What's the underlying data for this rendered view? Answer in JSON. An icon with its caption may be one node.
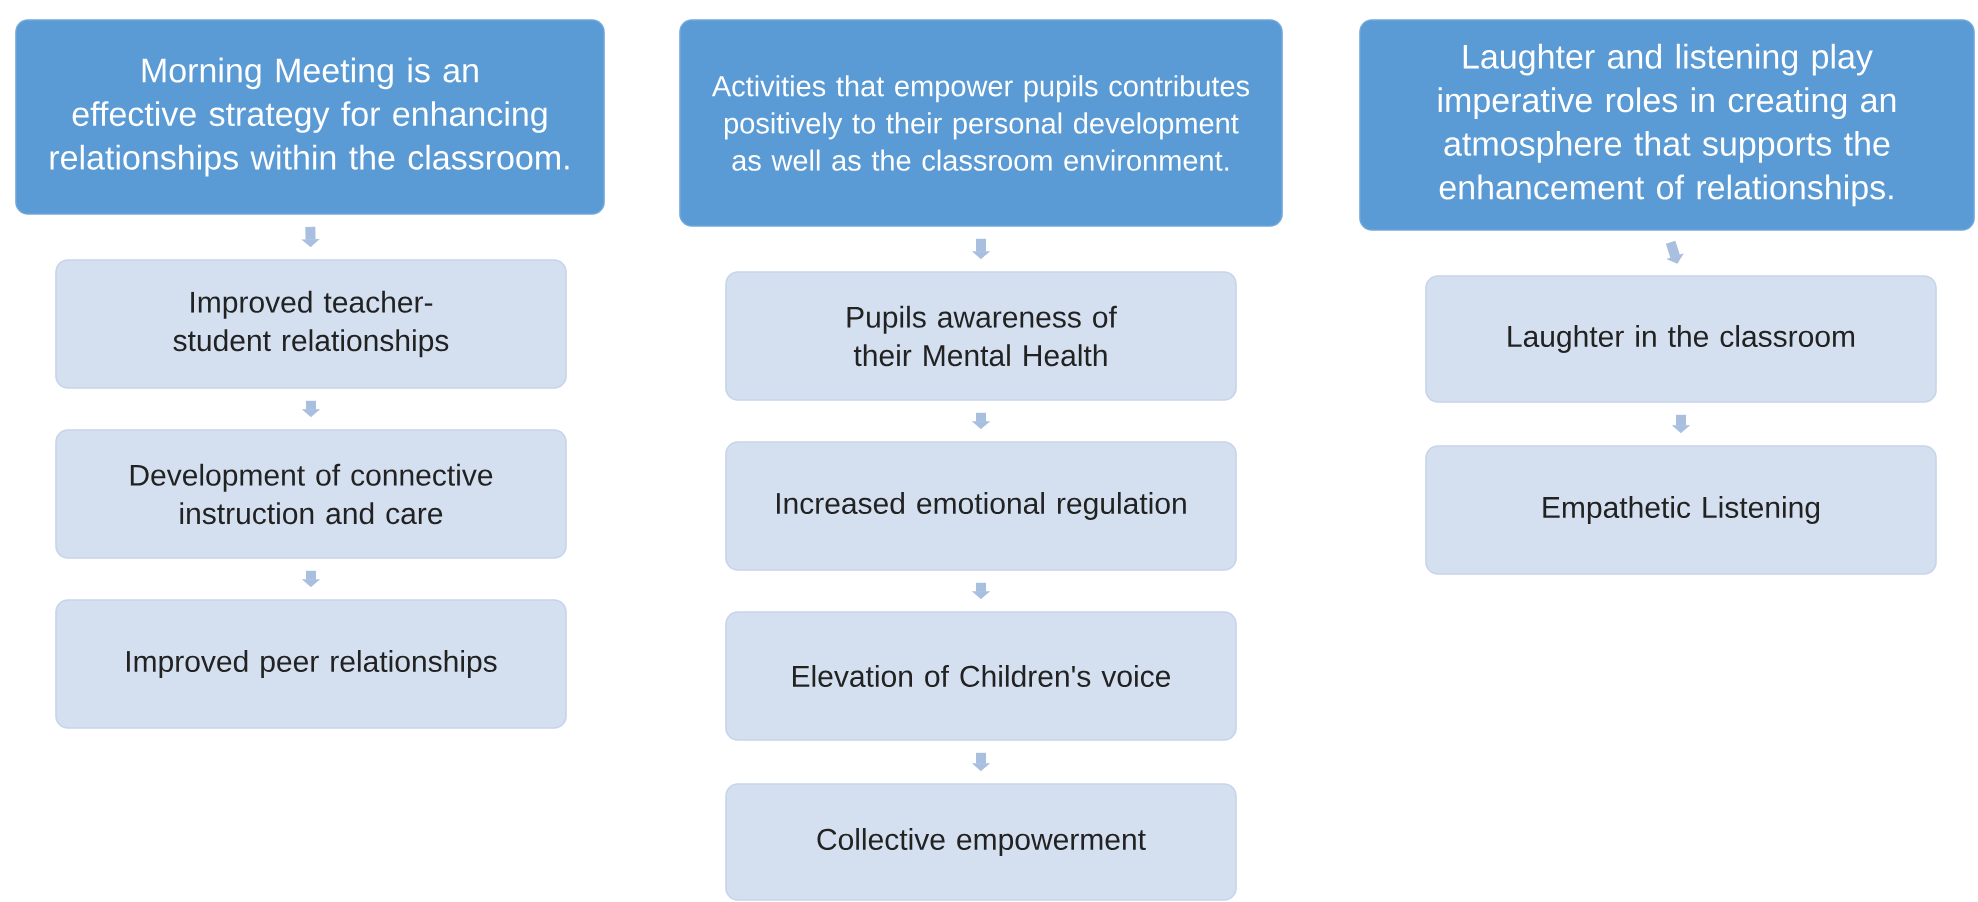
{
  "diagram": {
    "nodes": [
      {
        "text": [
          "Morning Meeting is an effective strategy for enhancing relationships within the classroom."
        ]
      },
      {
        "text": [
          "Improved teacher-student relationships"
        ]
      },
      {
        "text": [
          "Development of connective instruction and care"
        ]
      },
      {
        "text": [
          "Improved peer relationships"
        ]
      },
      {
        "text": [
          "Activities that empower pupils contributes positively to their personal development as well as the classroom environment."
        ]
      },
      {
        "text": [
          "Pupils awareness of their Mental Health"
        ]
      },
      {
        "text": [
          "Increased emotional regulation"
        ]
      },
      {
        "text": [
          "Elevation of Children's voice"
        ]
      },
      {
        "text": [
          "Collective empowerment"
        ]
      },
      {
        "text": [
          "Laughter and listening play imperative roles in creating an atmosphere that supports the enhancement of relationships."
        ]
      },
      {
        "text": [
          "Laughter in the classroom"
        ]
      },
      {
        "text": [
          "Empathetic Listening"
        ]
      }
    ],
    "edges": [
      {
        "from": 0,
        "to": 1,
        "arrow": "to"
      },
      {
        "from": 1,
        "to": 2,
        "arrow": "to"
      },
      {
        "from": 2,
        "to": 3,
        "arrow": "to"
      },
      {
        "from": 4,
        "to": 5,
        "arrow": "to"
      },
      {
        "from": 5,
        "to": 6,
        "arrow": "to"
      },
      {
        "from": 6,
        "to": 7,
        "arrow": "to"
      },
      {
        "from": 7,
        "to": 8,
        "arrow": "to"
      },
      {
        "from": 9,
        "to": 10,
        "arrow": "to"
      },
      {
        "from": 10,
        "to": 11,
        "arrow": "to"
      }
    ]
  }
}
